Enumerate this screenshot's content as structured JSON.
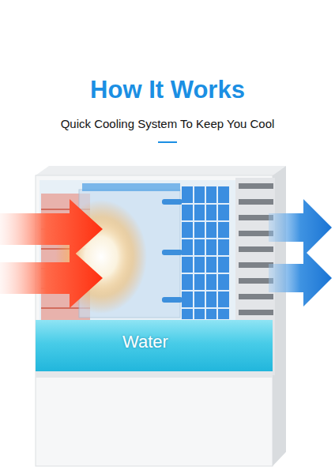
{
  "diagram": {
    "title": "How It Works",
    "nodes": [
      {
        "text": [
          "Water"
        ]
      }
    ],
    "labels": [
      "Quick Cooling System To Keep You Cool"
    ]
  }
}
